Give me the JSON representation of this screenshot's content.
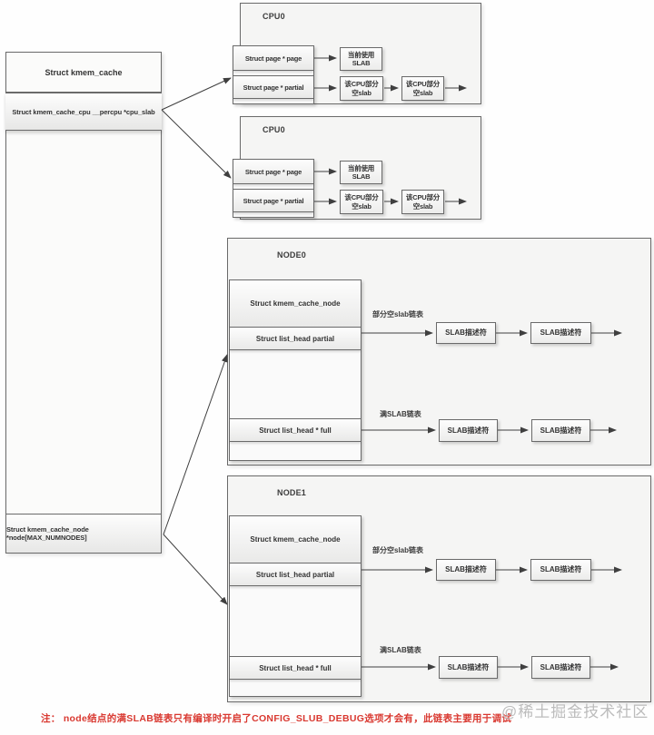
{
  "kmem_cache": {
    "title": "Struct kmem_cache",
    "cpu_slab_field": "Struct kmem_cache_cpu __percpu *cpu_slab",
    "node_field": "Struct kmem_cache_node *node[MAX_NUMNODES]"
  },
  "cpus": [
    {
      "label": "CPU0",
      "page_field": "Struct page * page",
      "partial_field": "Struct page * partial",
      "current_line1": "当前使用",
      "current_line2": "SLAB",
      "partial_line1": "该CPU部分",
      "partial_line2": "空slab"
    },
    {
      "label": "CPU0",
      "page_field": "Struct page * page",
      "partial_field": "Struct page * partial",
      "current_line1": "当前使用",
      "current_line2": "SLAB",
      "partial_line1": "该CPU部分",
      "partial_line2": "空slab"
    }
  ],
  "nodes": [
    {
      "label": "NODE0",
      "cache_node_field": "Struct kmem_cache_node",
      "partial_field": "Struct list_head  partial",
      "full_field": "Struct list_head * full",
      "partial_chain_label": "部分空slab链表",
      "full_chain_label": "满SLAB链表",
      "slab_desc": "SLAB描述符"
    },
    {
      "label": "NODE1",
      "cache_node_field": "Struct kmem_cache_node",
      "partial_field": "Struct list_head  partial",
      "full_field": "Struct list_head * full",
      "partial_chain_label": "部分空slab链表",
      "full_chain_label": "满SLAB链表",
      "slab_desc": "SLAB描述符"
    }
  ],
  "note": {
    "text": "注： node结点的满SLAB链表只有编译时开启了CONFIG_SLUB_DEBUG选项才会有，此链表主要用于调试"
  },
  "watermark": {
    "text": "@稀土掘金技术社区"
  },
  "colors": {
    "note_red": "#d93830",
    "watermark_gray": "#bcbcbc",
    "line_dark": "#3f3f3f",
    "box_border": "#6a6a6a"
  }
}
